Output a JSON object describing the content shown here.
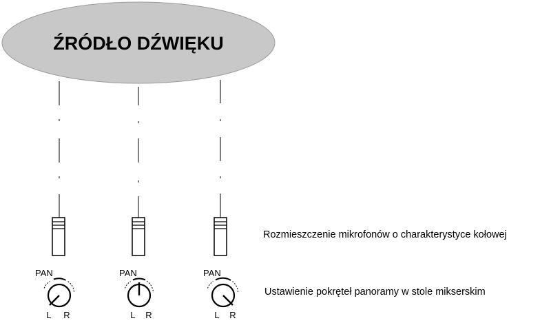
{
  "source": {
    "title": "ŹRÓDŁO DŹWIĘKU",
    "fill": "#c8c8c8"
  },
  "captions": {
    "microphones": "Rozmieszczenie mikrofonów o charakterystyce kołowej",
    "pan_knobs": "Ustawienie pokręteł panoramy w stole mikserskim"
  },
  "channels": [
    {
      "pan_label": "PAN",
      "left_label": "L",
      "right_label": "R",
      "pan_position": "left"
    },
    {
      "pan_label": "PAN",
      "left_label": "L",
      "right_label": "R",
      "pan_position": "center"
    },
    {
      "pan_label": "PAN",
      "left_label": "L",
      "right_label": "R",
      "pan_position": "right"
    }
  ]
}
